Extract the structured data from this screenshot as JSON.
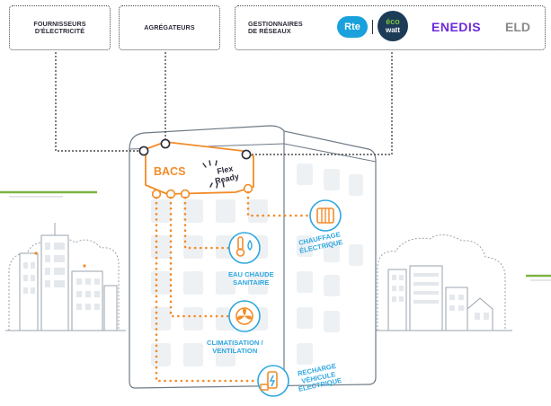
{
  "top_boxes": {
    "fournisseurs": "FOURNISSEURS\nD'ÉLECTRICITÉ",
    "agregateurs": "AGRÉGATEURS",
    "gestionnaires": "GESTIONNAIRES\nDE RÉSEAUX"
  },
  "logos": {
    "rte": "Rte",
    "eco_top": "éco",
    "eco_bottom": "watt",
    "enedis": "ENEDIS",
    "eld": "ELD"
  },
  "bacs": {
    "label": "BACS",
    "flex_line1": "Flex",
    "flex_line2": "Ready"
  },
  "equipment": {
    "heating": [
      "CHAUFFAGE",
      "ÉLECTRIQUE"
    ],
    "hot_water": [
      "EAU CHAUDE",
      "SANITAIRE"
    ],
    "climatisation": [
      "CLIMATISATION /",
      "VENTILATION"
    ],
    "ev_charging": [
      "RECHARGE",
      "VÉHICULE",
      "ÉLECTRIQUE"
    ]
  },
  "colors": {
    "orange": "#f28c28",
    "blue": "#2ea7e0",
    "green": "#7cb342",
    "dark": "#2c2c3a",
    "enedis_purple": "#6c2bd9",
    "eld_gray": "#8a8a8a",
    "rte_blue": "#19a1dc",
    "eco_dark": "#1c3b57"
  }
}
